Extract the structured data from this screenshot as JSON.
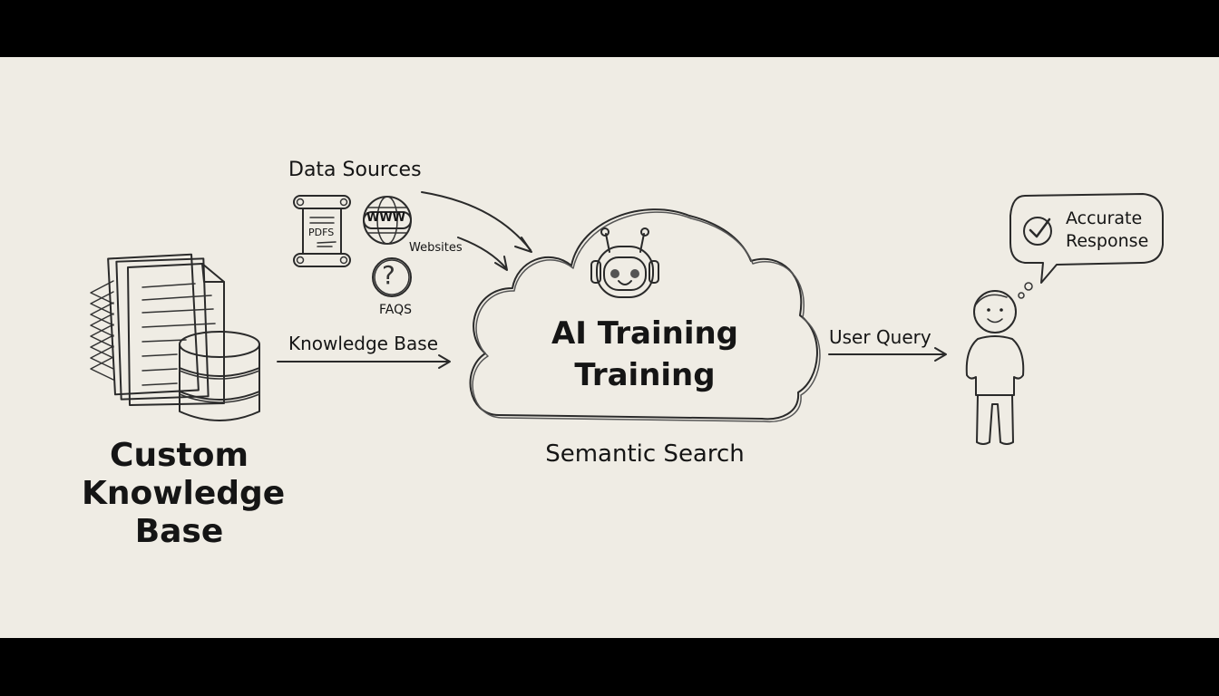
{
  "diagram": {
    "left": {
      "title_lines": [
        "Custom",
        "Knowledge",
        "Base"
      ]
    },
    "sources": {
      "heading": "Data Sources",
      "pdf_label": "PDFS",
      "www_label": "WWW",
      "websites_label": "Websites",
      "faq_label": "FAQS",
      "faq_glyph": "?"
    },
    "flow": {
      "knowledge_base_arrow_label": "Knowledge Base",
      "user_query_arrow_label": "User Query"
    },
    "center": {
      "title_line1": "AI Training",
      "title_line2": "Training",
      "caption": "Semantic Search"
    },
    "right": {
      "bubble_line1": "Accurate",
      "bubble_line2": "Response"
    },
    "colors": {
      "paper": "#efece4",
      "ink": "#151515",
      "letterbox": "#000000"
    }
  }
}
